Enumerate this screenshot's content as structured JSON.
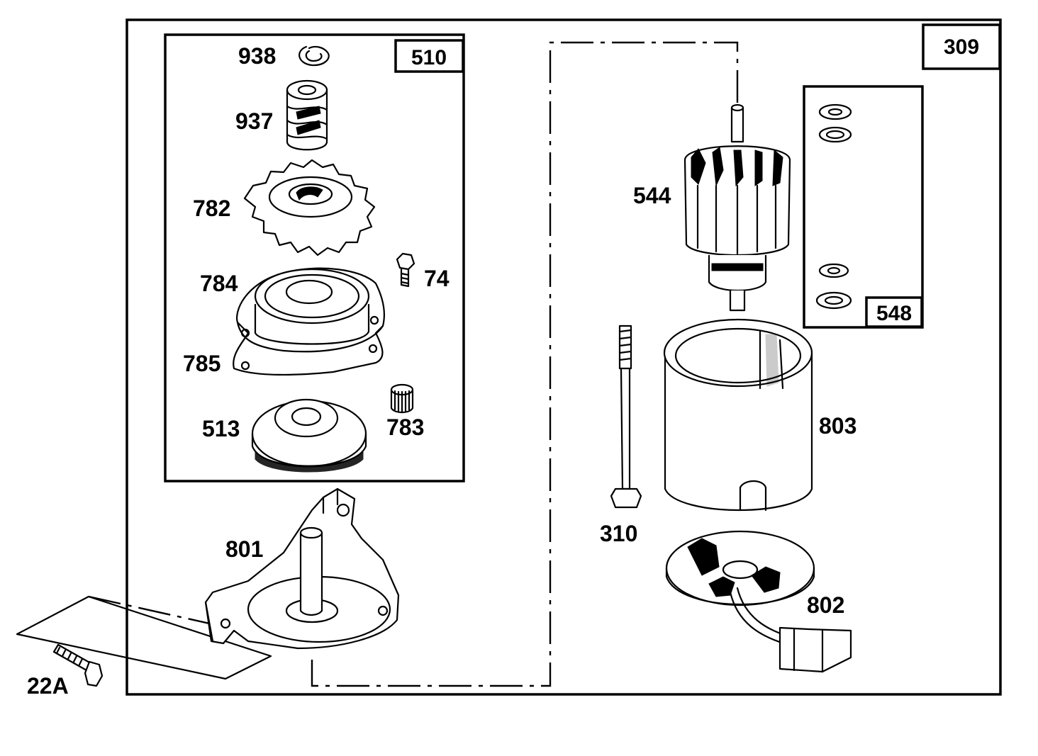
{
  "labels": {
    "outer_box": "309",
    "left_kit": "510",
    "right_kit": "548",
    "p938": "938",
    "p937": "937",
    "p782": "782",
    "p74": "74",
    "p784": "784",
    "p785": "785",
    "p513": "513",
    "p783": "783",
    "p801": "801",
    "p22a": "22A",
    "p544": "544",
    "p310": "310",
    "p803": "803",
    "p802": "802"
  }
}
